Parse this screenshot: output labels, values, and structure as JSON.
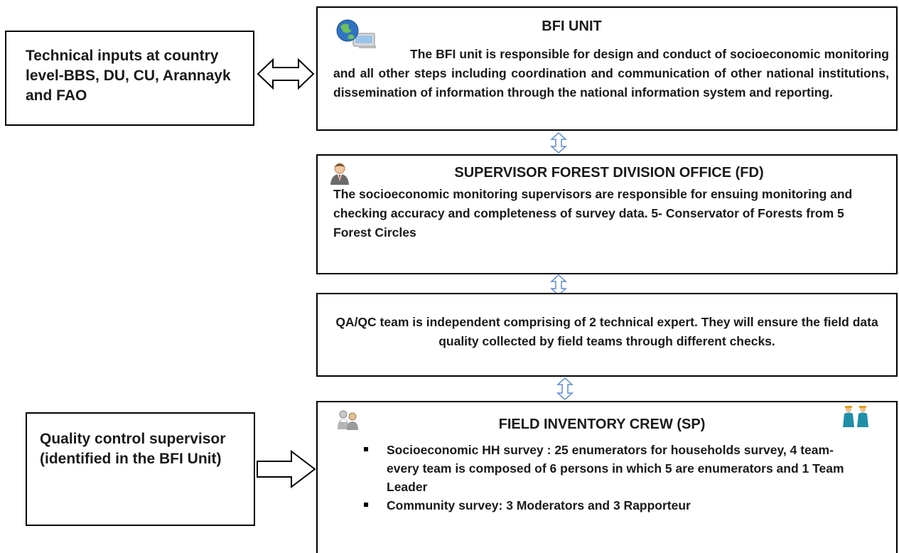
{
  "left_boxes": {
    "technical": "Technical inputs at country level-BBS, DU, CU, Arannayk and FAO",
    "quality": "Quality control supervisor (identified in the BFI Unit)"
  },
  "bfi": {
    "title": "BFI UNIT",
    "body": "The BFI unit is responsible for design and conduct of socioeconomic monitoring and all other steps including coordination and communication of other national institutions, dissemination of information through the national information system and reporting."
  },
  "supervisor": {
    "title": "SUPERVISOR FOREST DIVISION OFFICE (FD)",
    "body": "The socioeconomic monitoring supervisors are responsible for ensuing monitoring and checking accuracy and completeness of survey data. 5- Conservator of Forests from 5 Forest Circles"
  },
  "qaqc": {
    "body": "QA/QC team is independent comprising  of 2 technical expert. They will ensure the field data quality collected by field teams through different checks."
  },
  "field": {
    "title": "FIELD INVENTORY CREW (SP)",
    "bullets": [
      "Socioeconomic HH survey : 25 enumerators for households survey, 4 team-every team is composed of 6 persons in which 5 are enumerators and 1 Team Leader",
      "Community survey: 3 Moderators and 3 Rapporteur"
    ]
  },
  "icons": {
    "bfi": "globe-computer-icon",
    "supervisor": "businessman-icon",
    "field_left": "two-people-icon",
    "field_right": "workers-icon"
  },
  "colors": {
    "connector": "#5b8bd1",
    "border": "#000000"
  }
}
